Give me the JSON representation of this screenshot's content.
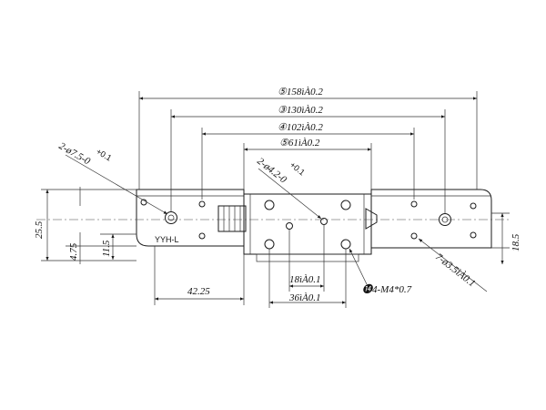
{
  "dimensions": {
    "overall_158": "⑤158ìÀ0.2",
    "pitch_130": "③130ìÀ0.2",
    "pitch_102": "④102ìÀ0.2",
    "pitch_61": "⑤61ìÀ0.2",
    "hole_left": "2-ø7.5-0",
    "hole_left_tol": "+0.1",
    "hole_center": "2-ø4.2-0",
    "hole_center_tol": "+0.1",
    "hole_right": "7-ø3.5ìÀ0.1",
    "height_25_5": "25.5",
    "height_4_75": "4.75",
    "height_11_5": "11.5",
    "width_42_25": "42.25",
    "height_18_5": "18.5",
    "gap_18": "18ìÀ0.1",
    "gap_36": "36ìÀ0.1",
    "thread": "⓮4-M4*0.7",
    "model": "YYH-L"
  }
}
